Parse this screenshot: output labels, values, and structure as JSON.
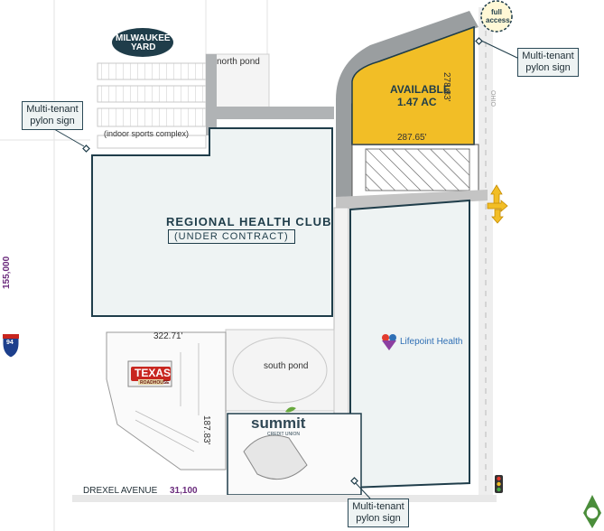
{
  "logo": {
    "line1": "MILWAUKEE",
    "line2": "YARD"
  },
  "ponds": {
    "north": "north pond",
    "south": "south pond"
  },
  "sports_complex": "(indoor sports complex)",
  "available": {
    "line1": "AVAILABLE",
    "line2": "1.47 AC"
  },
  "dimensions": {
    "right_edge": "278.83'",
    "bottom_edge": "287.65'",
    "texas_width": "322.71'",
    "texas_depth": "187.83'"
  },
  "health_club": {
    "line1": "REGIONAL HEALTH CLUB",
    "line2": "(UNDER CONTRACT)"
  },
  "tenants": {
    "lifepoint": "Lifepoint Health",
    "texas_top": "TEXAS",
    "texas_bottom": "ROADHOUSE",
    "summit": "summit",
    "summit_sub": "CREDIT UNION"
  },
  "roads": {
    "drexel": "DREXEL AVENUE",
    "drexel_traffic": "31,100",
    "highway_shield": "94",
    "highway_traffic": "155,000",
    "side_street": "OHIO"
  },
  "callouts": {
    "left": "Multi-tenant pylon sign",
    "right": "Multi-tenant pylon sign",
    "bottom": "Multi-tenant pylon sign",
    "access": "full access"
  },
  "colors": {
    "available": "#f2be26",
    "outline": "#1f3d4a",
    "road": "#9a9ea0",
    "parking": "#c8c8c8",
    "highway": "#1d3f8c",
    "traffic": "#6b2c7d",
    "brand_red": "#c8261f",
    "summit_green": "#67a83d",
    "lifepoint_blue": "#2f6fb5"
  }
}
